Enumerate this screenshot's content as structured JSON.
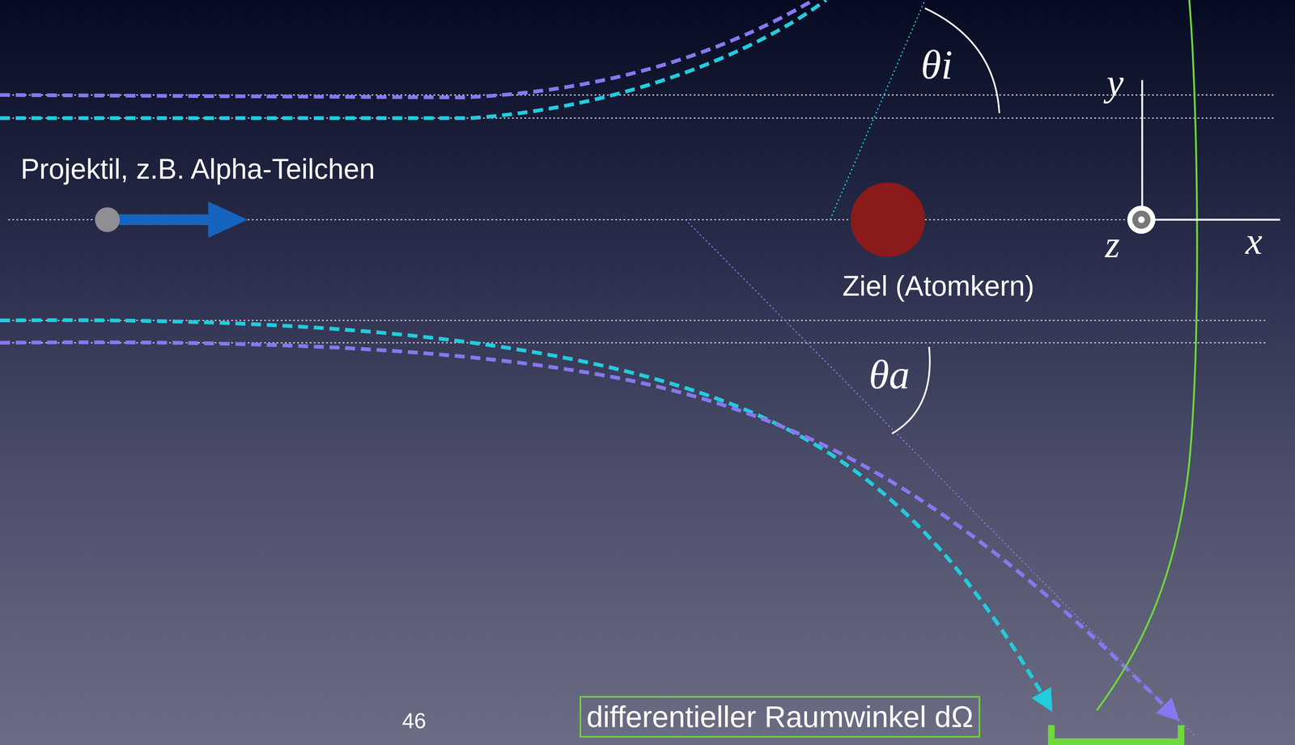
{
  "diagram": {
    "nodes": [
      {
        "text": [
          "differentieller Raumwinkel dΩ"
        ]
      }
    ],
    "labels": [
      "Projektil, z.B. Alpha-Teilchen",
      "θi",
      "y",
      "z",
      "x",
      "Ziel (Atomkern)",
      "θa",
      "46"
    ]
  }
}
